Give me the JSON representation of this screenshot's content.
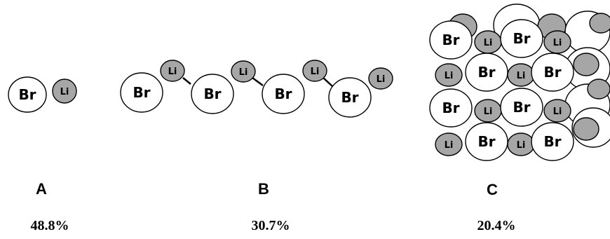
{
  "atoms": {
    "bromine": "Br",
    "lithium": "Li",
    "bromine_fill": "#ffffff",
    "lithium_fill": "#a6a6a6",
    "outline": "#000000"
  },
  "panels": [
    {
      "label": "A",
      "percentage": "48.8%"
    },
    {
      "label": "B",
      "percentage": "30.7%"
    },
    {
      "label": "C",
      "percentage": "20.4%"
    }
  ]
}
